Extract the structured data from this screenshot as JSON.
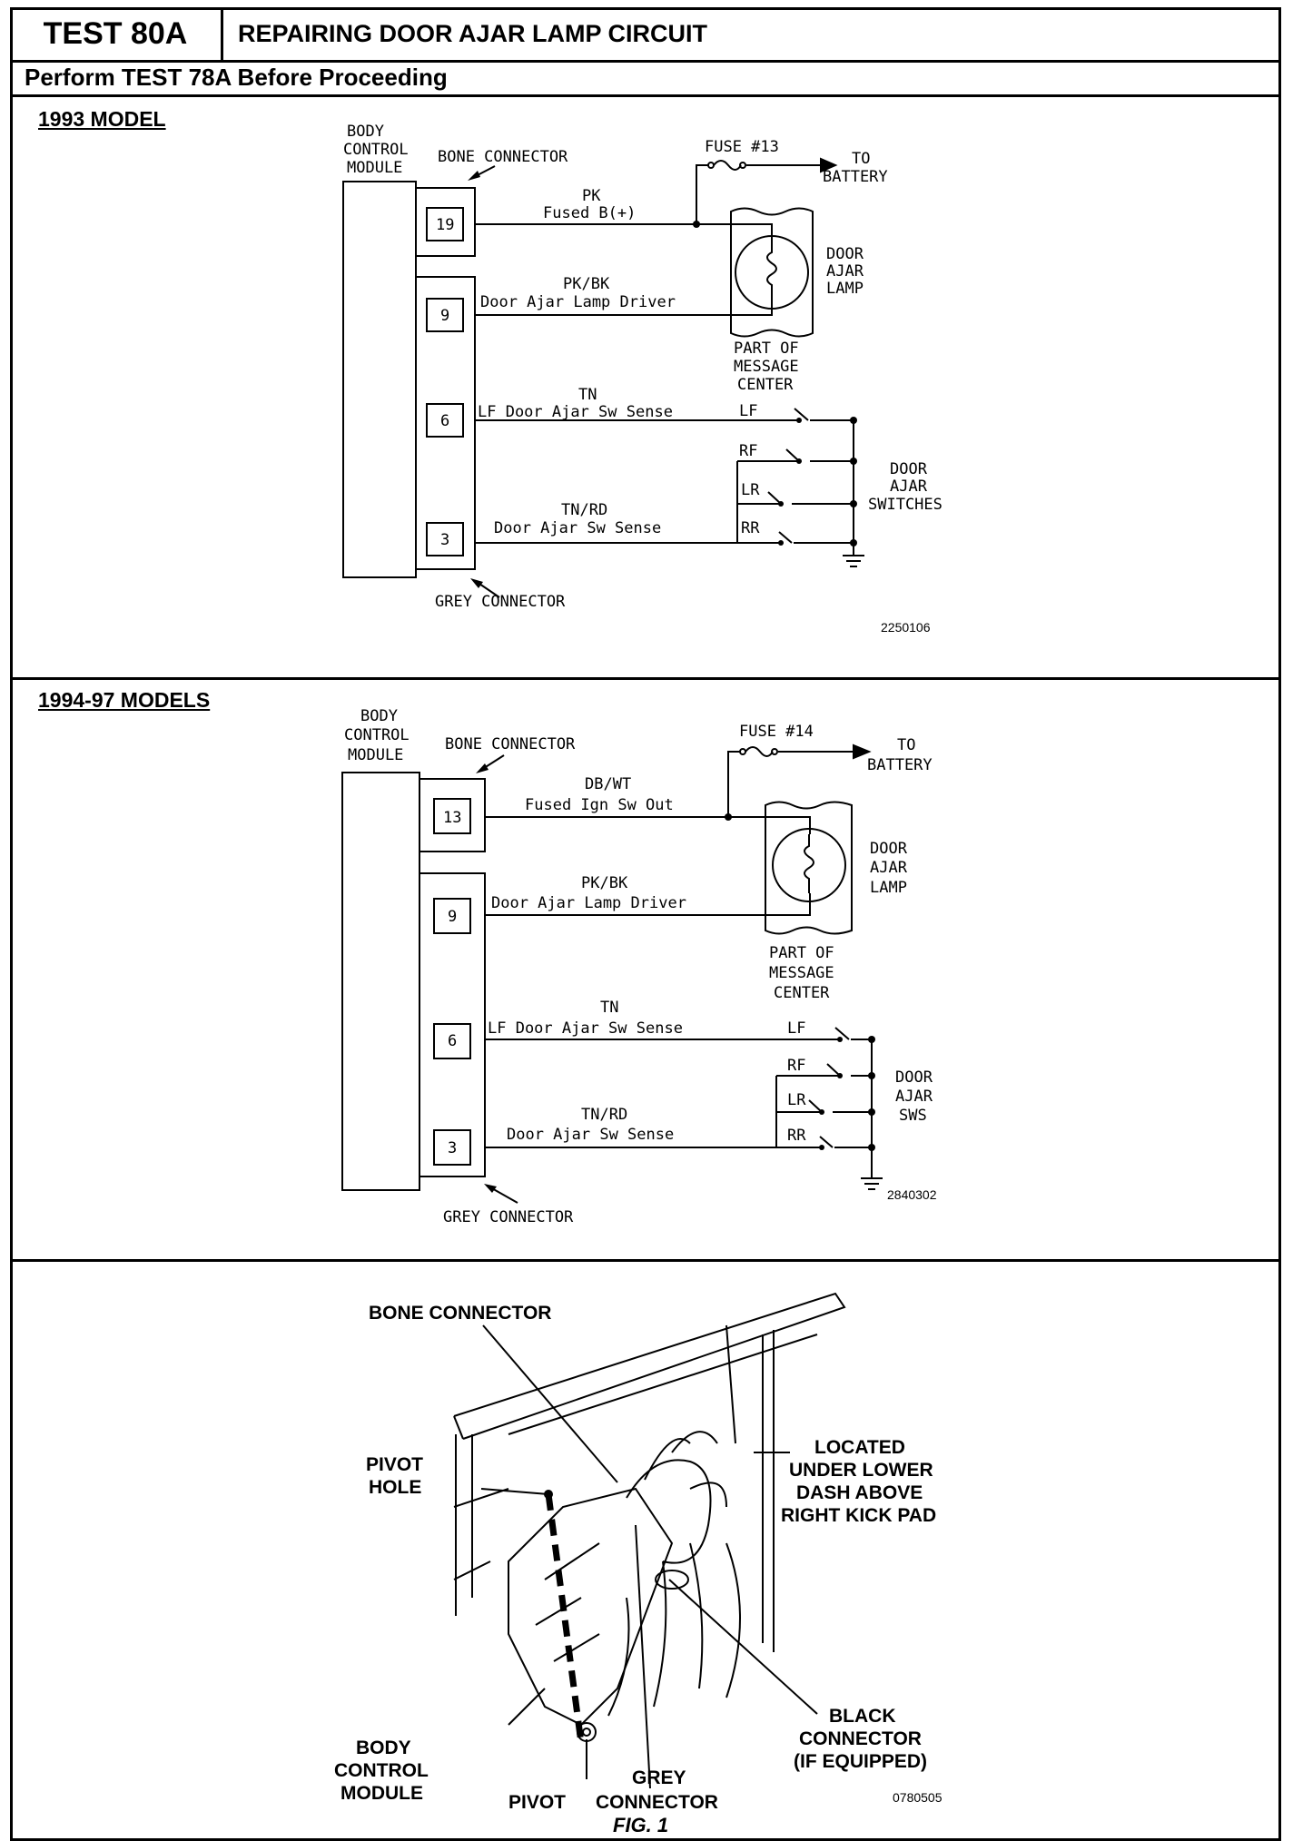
{
  "header": {
    "test_id": "TEST 80A",
    "title": "REPAIRING DOOR AJAR LAMP CIRCUIT"
  },
  "perform_note": "Perform TEST 78A Before Proceeding",
  "diagram_1993": {
    "heading": "1993 MODEL",
    "bcm_label": [
      "BODY",
      "CONTROL",
      "MODULE"
    ],
    "bone_connector": "BONE CONNECTOR",
    "grey_connector": "GREY CONNECTOR",
    "pins": [
      "19",
      "9",
      "6",
      "3"
    ],
    "fuse": "FUSE #13",
    "battery": [
      "TO",
      "BATTERY"
    ],
    "wire_19": [
      "PK",
      "Fused B(+)"
    ],
    "wire_9": [
      "PK/BK",
      "Door Ajar Lamp Driver"
    ],
    "wire_6": [
      "TN",
      "LF Door Ajar Sw Sense"
    ],
    "wire_3": [
      "TN/RD",
      "Door Ajar Sw Sense"
    ],
    "lamp": [
      "DOOR",
      "AJAR",
      "LAMP"
    ],
    "message_center": [
      "PART OF",
      "MESSAGE",
      "CENTER"
    ],
    "switch_labels": [
      "LF",
      "RF",
      "LR",
      "RR"
    ],
    "switches": [
      "DOOR",
      "AJAR",
      "SWITCHES"
    ],
    "code": "2250106"
  },
  "diagram_1994": {
    "heading": "1994-97 MODELS",
    "bcm_label": [
      "BODY",
      "CONTROL",
      "MODULE"
    ],
    "bone_connector": "BONE CONNECTOR",
    "grey_connector": "GREY CONNECTOR",
    "pins": [
      "13",
      "9",
      "6",
      "3"
    ],
    "fuse": "FUSE #14",
    "battery": [
      "TO",
      "BATTERY"
    ],
    "wire_13": [
      "DB/WT",
      "Fused Ign Sw Out"
    ],
    "wire_9": [
      "PK/BK",
      "Door Ajar Lamp Driver"
    ],
    "wire_6": [
      "TN",
      "LF Door Ajar Sw Sense"
    ],
    "wire_3": [
      "TN/RD",
      "Door Ajar Sw Sense"
    ],
    "lamp": [
      "DOOR",
      "AJAR",
      "LAMP"
    ],
    "message_center": [
      "PART OF",
      "MESSAGE",
      "CENTER"
    ],
    "switch_labels": [
      "LF",
      "RF",
      "LR",
      "RR"
    ],
    "switches": [
      "DOOR",
      "AJAR",
      "SWS"
    ],
    "code": "2840302"
  },
  "figure": {
    "bone_connector": "BONE CONNECTOR",
    "pivot_hole": [
      "PIVOT",
      "HOLE"
    ],
    "located": [
      "LOCATED",
      "UNDER LOWER",
      "DASH ABOVE",
      "RIGHT KICK PAD"
    ],
    "black_connector": [
      "BLACK",
      "CONNECTOR",
      "(IF EQUIPPED)"
    ],
    "body_control_module": [
      "BODY",
      "CONTROL",
      "MODULE"
    ],
    "pivot": "PIVOT",
    "grey_connector": [
      "GREY",
      "CONNECTOR"
    ],
    "code": "0780505",
    "caption": "FIG. 1"
  }
}
